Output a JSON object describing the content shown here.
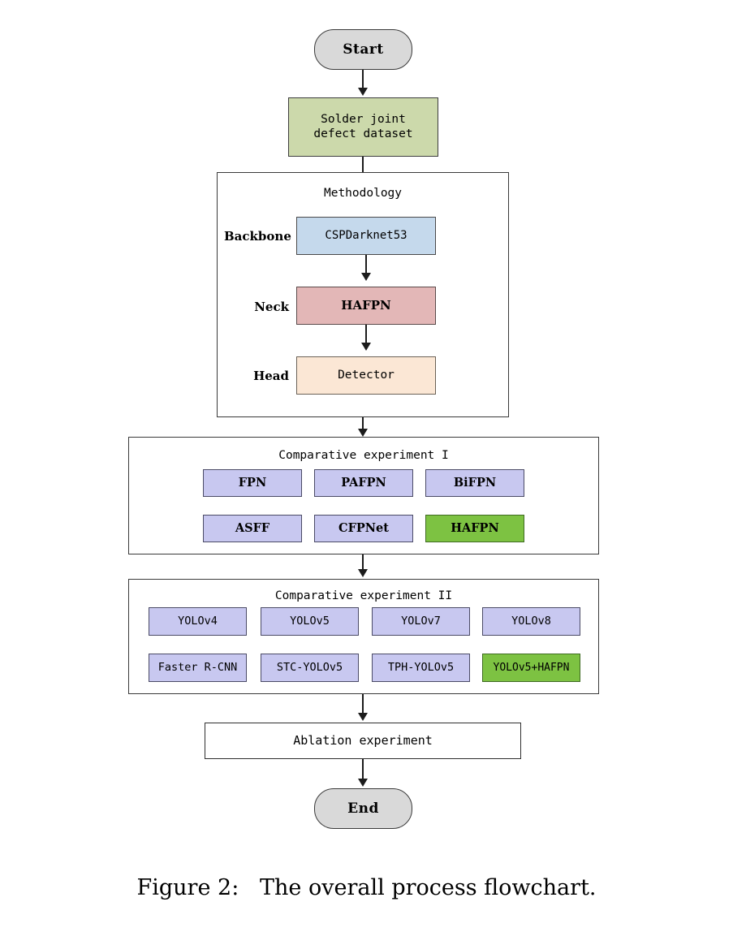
{
  "figure": {
    "caption": "Figure 2:   The overall process flowchart."
  },
  "nodes": {
    "start": "Start",
    "dataset": "Solder joint\ndefect dataset",
    "ablation": "Ablation experiment",
    "end": "End"
  },
  "methodology": {
    "title": "Methodology",
    "rows": [
      {
        "label": "Backbone",
        "box": "CSPDarknet53"
      },
      {
        "label": "Neck",
        "box": "HAFPN"
      },
      {
        "label": "Head",
        "box": "Detector"
      }
    ]
  },
  "comparative_experiment_1": {
    "title": "Comparative experiment I",
    "items": [
      {
        "label": "FPN",
        "highlight": false
      },
      {
        "label": "PAFPN",
        "highlight": false
      },
      {
        "label": "BiFPN",
        "highlight": false
      },
      {
        "label": "ASFF",
        "highlight": false
      },
      {
        "label": "CFPNet",
        "highlight": false
      },
      {
        "label": "HAFPN",
        "highlight": true
      }
    ]
  },
  "comparative_experiment_2": {
    "title": "Comparative experiment II",
    "items": [
      {
        "label": "YOLOv4",
        "highlight": false
      },
      {
        "label": "YOLOv5",
        "highlight": false
      },
      {
        "label": "YOLOv7",
        "highlight": false
      },
      {
        "label": "YOLOv8",
        "highlight": false
      },
      {
        "label": "Faster R-CNN",
        "highlight": false
      },
      {
        "label": "STC-YOLOv5",
        "highlight": false
      },
      {
        "label": "TPH-YOLOv5",
        "highlight": false
      },
      {
        "label": "YOLOv5+HAFPN",
        "highlight": true
      }
    ]
  },
  "colors": {
    "terminator_fill": "#d9d9d9",
    "dataset_fill": "#ccd9ab",
    "backbone_fill": "#c5d9ec",
    "neck_fill": "#e3b7b7",
    "head_fill": "#fbe7d5",
    "candidate_fill": "#c8c8f0",
    "highlight_fill": "#7dc242",
    "stroke": "#3a3a3a",
    "connector": "#1c1c1c"
  }
}
